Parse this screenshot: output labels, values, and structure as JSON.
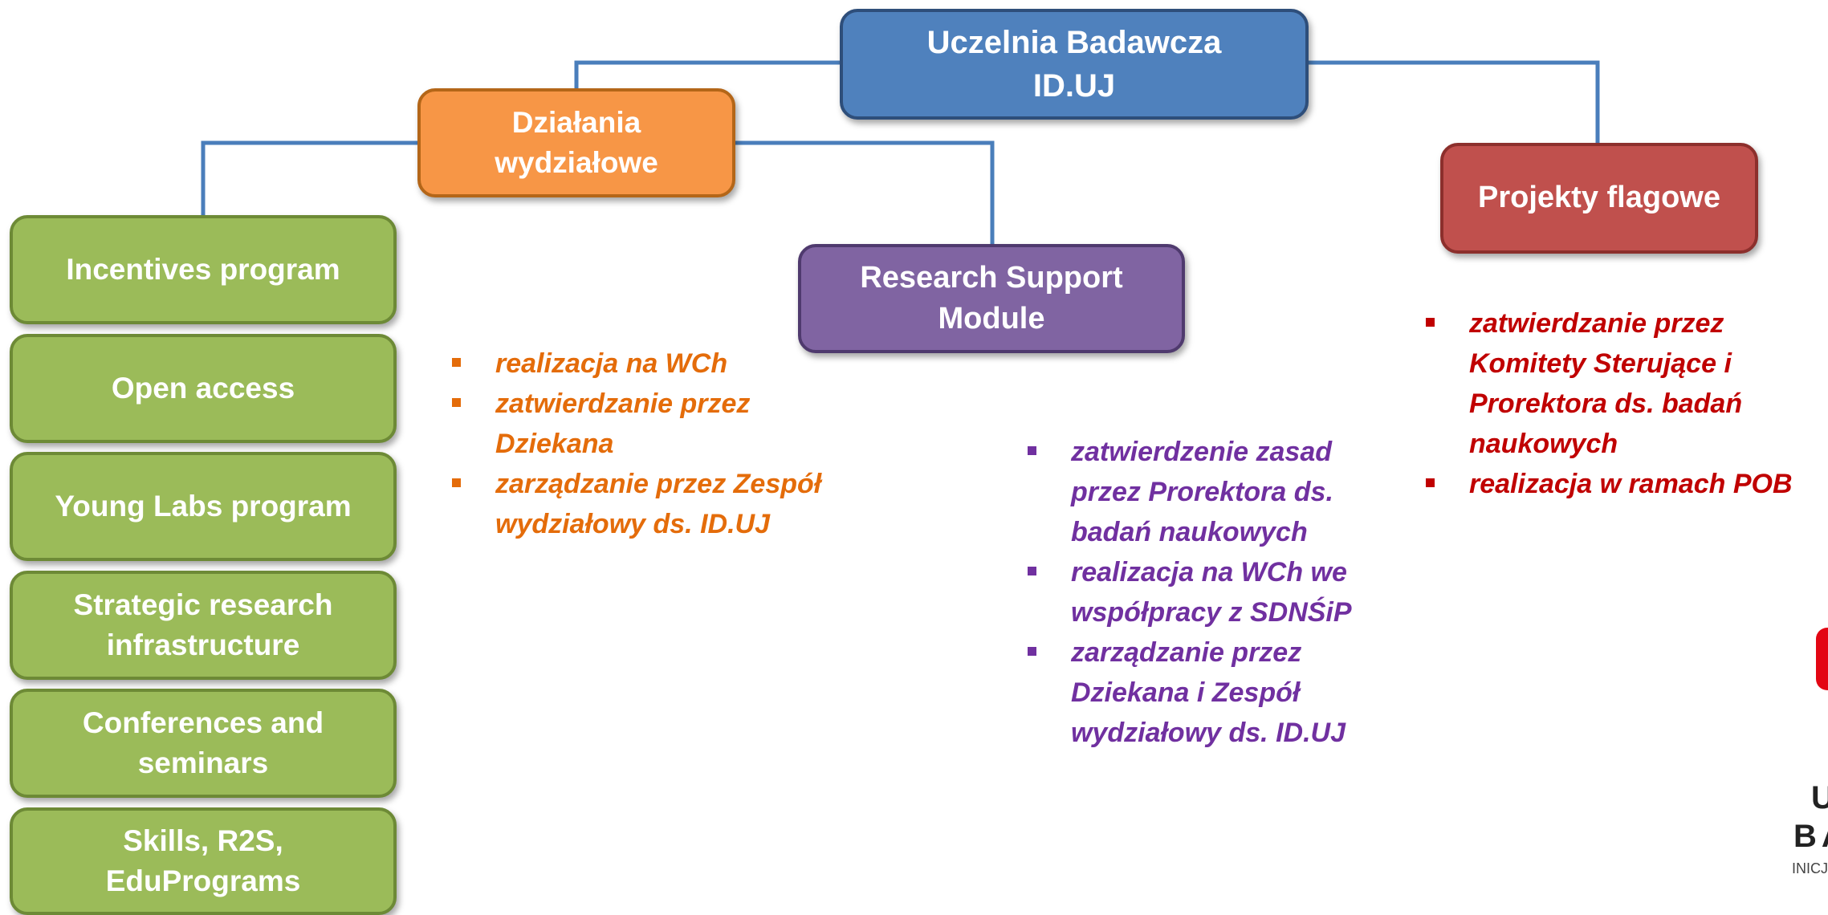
{
  "root": {
    "label": "Uczelnia Badawcza\nID.UJ",
    "color": "#4f81bd"
  },
  "branches": {
    "faculty_actions": {
      "label": "Działania\nwydziałowe",
      "color": "#f79646"
    },
    "research_support": {
      "label": "Research Support\nModule",
      "color": "#8064a2"
    },
    "flagship_projects": {
      "label": "Projekty flagowe",
      "color": "#c0504d"
    }
  },
  "programs": [
    {
      "label": "Incentives program"
    },
    {
      "label": "Open access"
    },
    {
      "label": "Young Labs program"
    },
    {
      "label": "Strategic research\ninfrastructure"
    },
    {
      "label": "Conferences and\nseminars"
    },
    {
      "label": "Skills, R2S,\nEduPrograms"
    }
  ],
  "faculty_notes": {
    "color": "#e46c0a",
    "items": [
      "realizacja na WCh",
      "zatwierdzanie przez\nDziekana",
      "zarządzanie przez  Zespół\nwydziałowy ds. ID.UJ"
    ]
  },
  "research_support_notes": {
    "color": "#7030a0",
    "items": [
      "zatwierdzenie zasad\nprzez Prorektora ds.\nbadań naukowych",
      "realizacja na WCh we\nwspółpracy z SDNŚiP",
      "zarządzanie przez\nDziekana i Zespół\nwydziałowy ds. ID.UJ"
    ]
  },
  "flagship_notes": {
    "color": "#c00000",
    "items": [
      "zatwierdzanie przez\nKomitety Sterujące i\nProrektora ds. badań\nnaukowych",
      "realizacja w ramach POB"
    ]
  },
  "logo_partial": {
    "line1": "U",
    "line2": "BA",
    "line3": "INICJAT",
    "mark_color": "#e30613"
  }
}
